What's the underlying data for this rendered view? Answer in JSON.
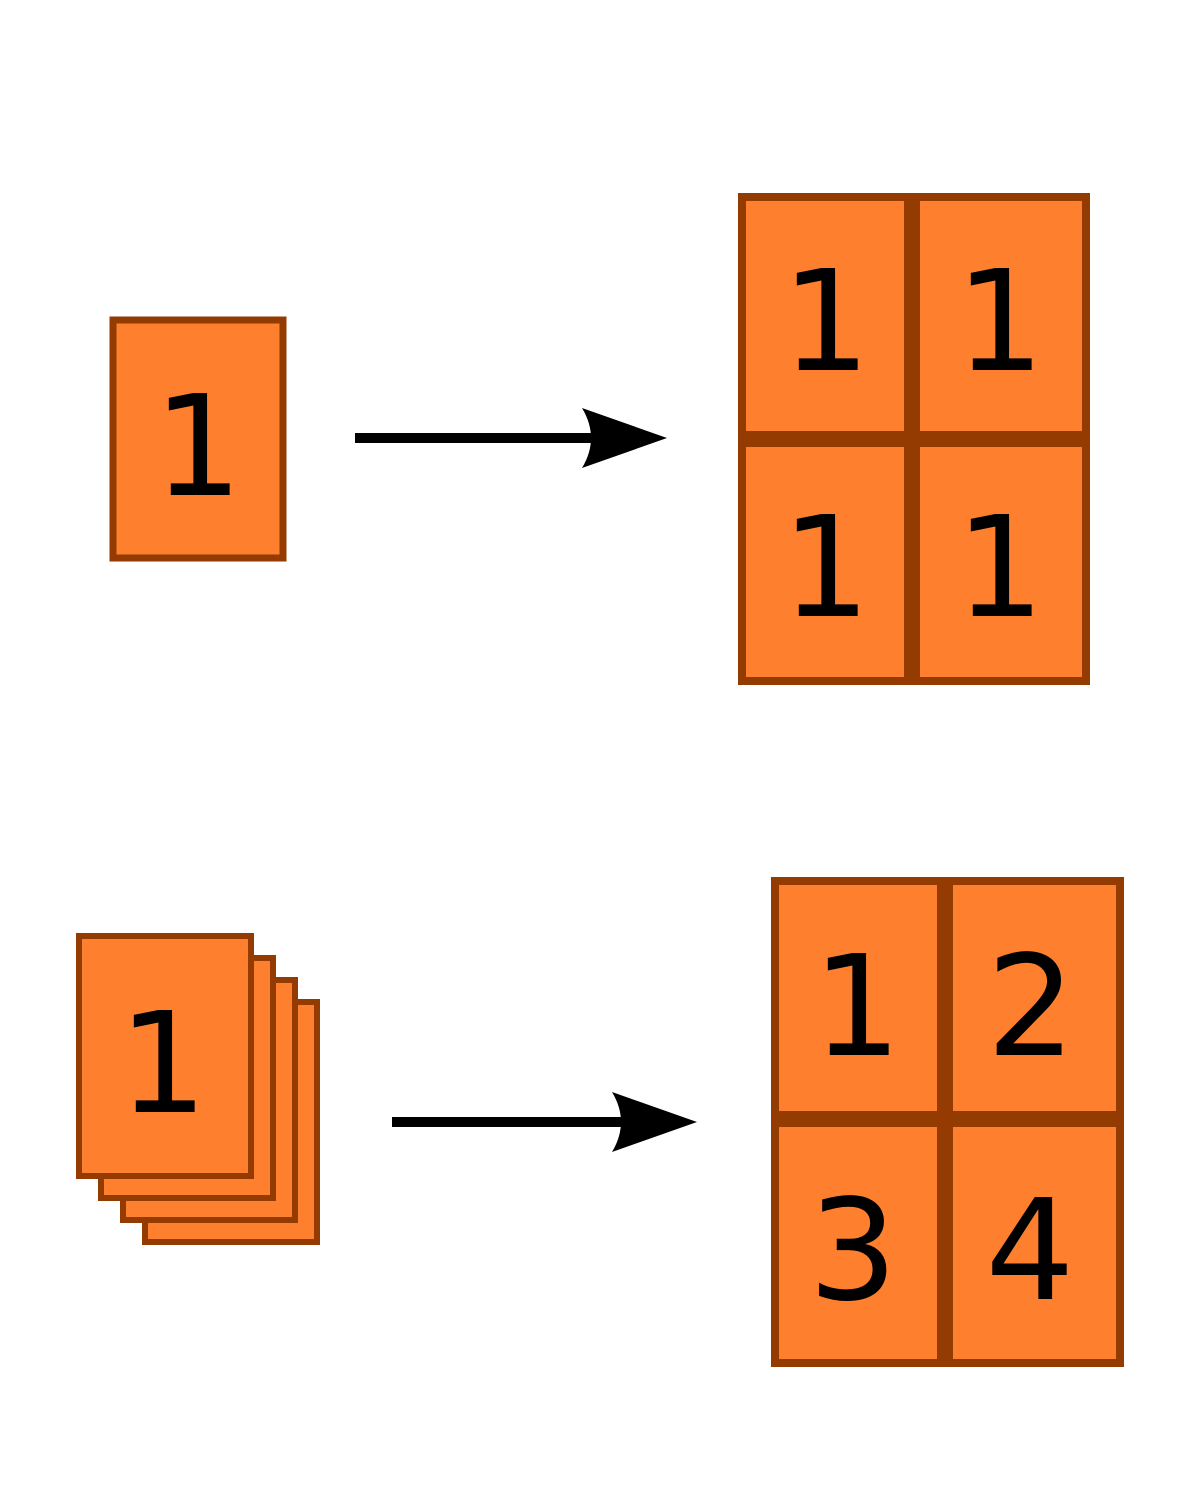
{
  "colors": {
    "page_fill": "#fe7f2d",
    "page_border": "#933b00",
    "text": "#000000",
    "arrow": "#000000",
    "background": "#ffffff"
  },
  "top_row": {
    "source_page": {
      "label": "1"
    },
    "arrow": {
      "icon": "arrow-right-icon"
    },
    "result_sheet": {
      "cells": [
        "1",
        "1",
        "1",
        "1"
      ]
    }
  },
  "bottom_row": {
    "source_stack": {
      "label": "1",
      "stacked_pages": 4
    },
    "arrow": {
      "icon": "arrow-right-icon"
    },
    "result_sheet": {
      "cells": [
        "1",
        "2",
        "3",
        "4"
      ]
    }
  }
}
